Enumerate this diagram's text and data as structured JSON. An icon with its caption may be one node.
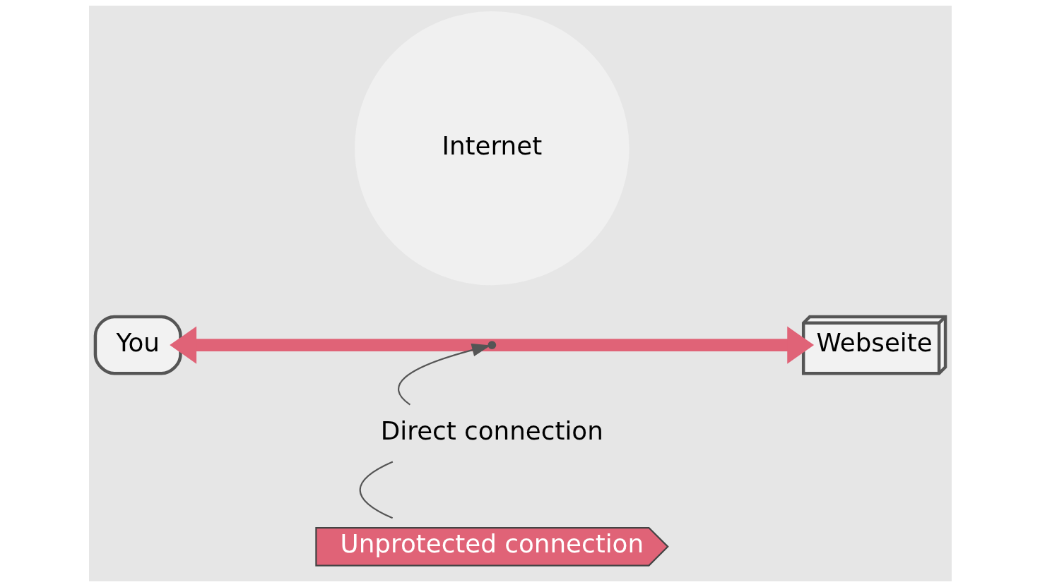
{
  "diagram": {
    "nodes": [
      {
        "text": [
          "You"
        ]
      },
      {
        "text": [
          "Internet"
        ]
      },
      {
        "text": [
          "Webseite"
        ]
      },
      {
        "text": [
          "Direct connection"
        ]
      },
      {
        "text": [
          "Unprotected connection"
        ]
      }
    ],
    "edges": [
      {
        "from": 0,
        "to": 2,
        "arrow": "both",
        "style": "thick",
        "color": "#e06377"
      },
      {
        "from": 4,
        "to": 3,
        "arrow": "none",
        "color": "#555555"
      },
      {
        "from": 3,
        "to": null,
        "arrow": "to",
        "color": "#555555"
      }
    ]
  }
}
